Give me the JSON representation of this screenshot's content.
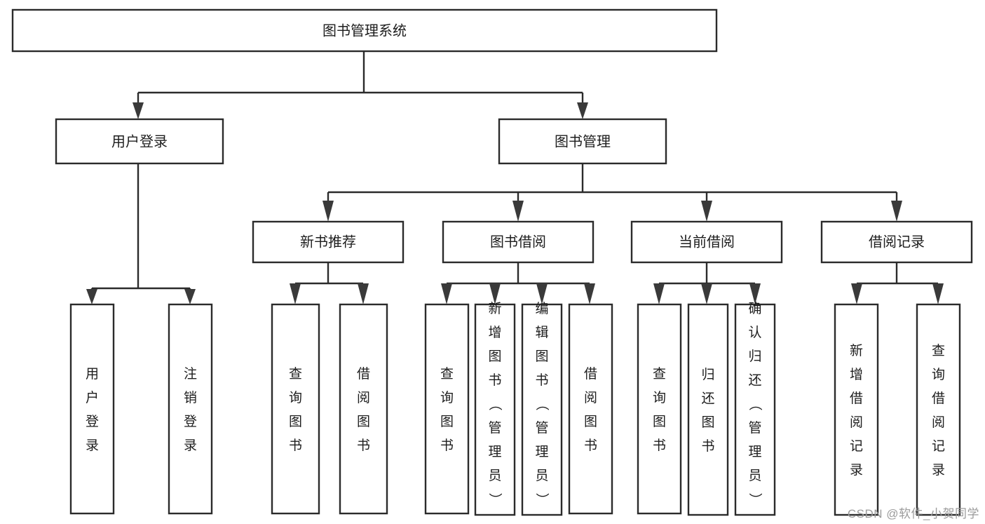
{
  "diagram": {
    "type": "tree-hierarchy",
    "title": "图书管理系统",
    "watermark": "CSDN @软件_小贺同学",
    "colors": {
      "background": "#ffffff",
      "box_fill": "#ffffff",
      "box_stroke": "#2b2b2b",
      "connector": "#2b2b2b",
      "arrow": "#3a3a3a",
      "text": "#1d1d1d",
      "watermark": "#9b9b9b"
    },
    "levels": {
      "root": "图书管理系统",
      "level2": [
        "用户登录",
        "图书管理"
      ],
      "level3": [
        "新书推荐",
        "图书借阅",
        "当前借阅",
        "借阅记录"
      ]
    },
    "nodes": {
      "root": {
        "label": "图书管理系统",
        "orientation": "horizontal"
      },
      "user_login": {
        "label": "用户登录",
        "orientation": "horizontal"
      },
      "book_manage": {
        "label": "图书管理",
        "orientation": "horizontal"
      },
      "new_book_rec": {
        "label": "新书推荐",
        "orientation": "horizontal"
      },
      "book_borrow": {
        "label": "图书借阅",
        "orientation": "horizontal"
      },
      "current_borrow": {
        "label": "当前借阅",
        "orientation": "horizontal"
      },
      "borrow_record": {
        "label": "借阅记录",
        "orientation": "horizontal"
      },
      "leaf_user_login": {
        "label": "用户登录",
        "orientation": "vertical"
      },
      "leaf_logout": {
        "label": "注销登录",
        "orientation": "vertical"
      },
      "leaf_query_book_a": {
        "label": "查询图书",
        "orientation": "vertical"
      },
      "leaf_borrow_book_a": {
        "label": "借阅图书",
        "orientation": "vertical"
      },
      "leaf_query_book_b": {
        "label": "查询图书",
        "orientation": "vertical"
      },
      "leaf_add_book": {
        "label": "新增图书（管理员）",
        "orientation": "vertical"
      },
      "leaf_edit_book": {
        "label": "编辑图书（管理员）",
        "orientation": "vertical"
      },
      "leaf_borrow_book_b": {
        "label": "借阅图书",
        "orientation": "vertical"
      },
      "leaf_query_book_c": {
        "label": "查询图书",
        "orientation": "vertical"
      },
      "leaf_return_book": {
        "label": "归还图书",
        "orientation": "vertical"
      },
      "leaf_confirm_return": {
        "label": "确认归还（管理员）",
        "orientation": "vertical"
      },
      "leaf_add_record": {
        "label": "新增借阅记录",
        "orientation": "vertical"
      },
      "leaf_query_record": {
        "label": "查询借阅记录",
        "orientation": "vertical"
      }
    },
    "edges": [
      {
        "from": "图书管理系统",
        "to": "用户登录"
      },
      {
        "from": "图书管理系统",
        "to": "图书管理"
      },
      {
        "from": "用户登录",
        "to": "用户登录"
      },
      {
        "from": "用户登录",
        "to": "注销登录"
      },
      {
        "from": "图书管理",
        "to": "新书推荐"
      },
      {
        "from": "图书管理",
        "to": "图书借阅"
      },
      {
        "from": "图书管理",
        "to": "当前借阅"
      },
      {
        "from": "图书管理",
        "to": "借阅记录"
      },
      {
        "from": "新书推荐",
        "to": "查询图书"
      },
      {
        "from": "新书推荐",
        "to": "借阅图书"
      },
      {
        "from": "图书借阅",
        "to": "查询图书"
      },
      {
        "from": "图书借阅",
        "to": "新增图书（管理员）"
      },
      {
        "from": "图书借阅",
        "to": "编辑图书（管理员）"
      },
      {
        "from": "图书借阅",
        "to": "借阅图书"
      },
      {
        "from": "当前借阅",
        "to": "查询图书"
      },
      {
        "from": "当前借阅",
        "to": "归还图书"
      },
      {
        "from": "当前借阅",
        "to": "确认归还（管理员）"
      },
      {
        "from": "借阅记录",
        "to": "新增借阅记录"
      },
      {
        "from": "借阅记录",
        "to": "查询借阅记录"
      }
    ]
  }
}
